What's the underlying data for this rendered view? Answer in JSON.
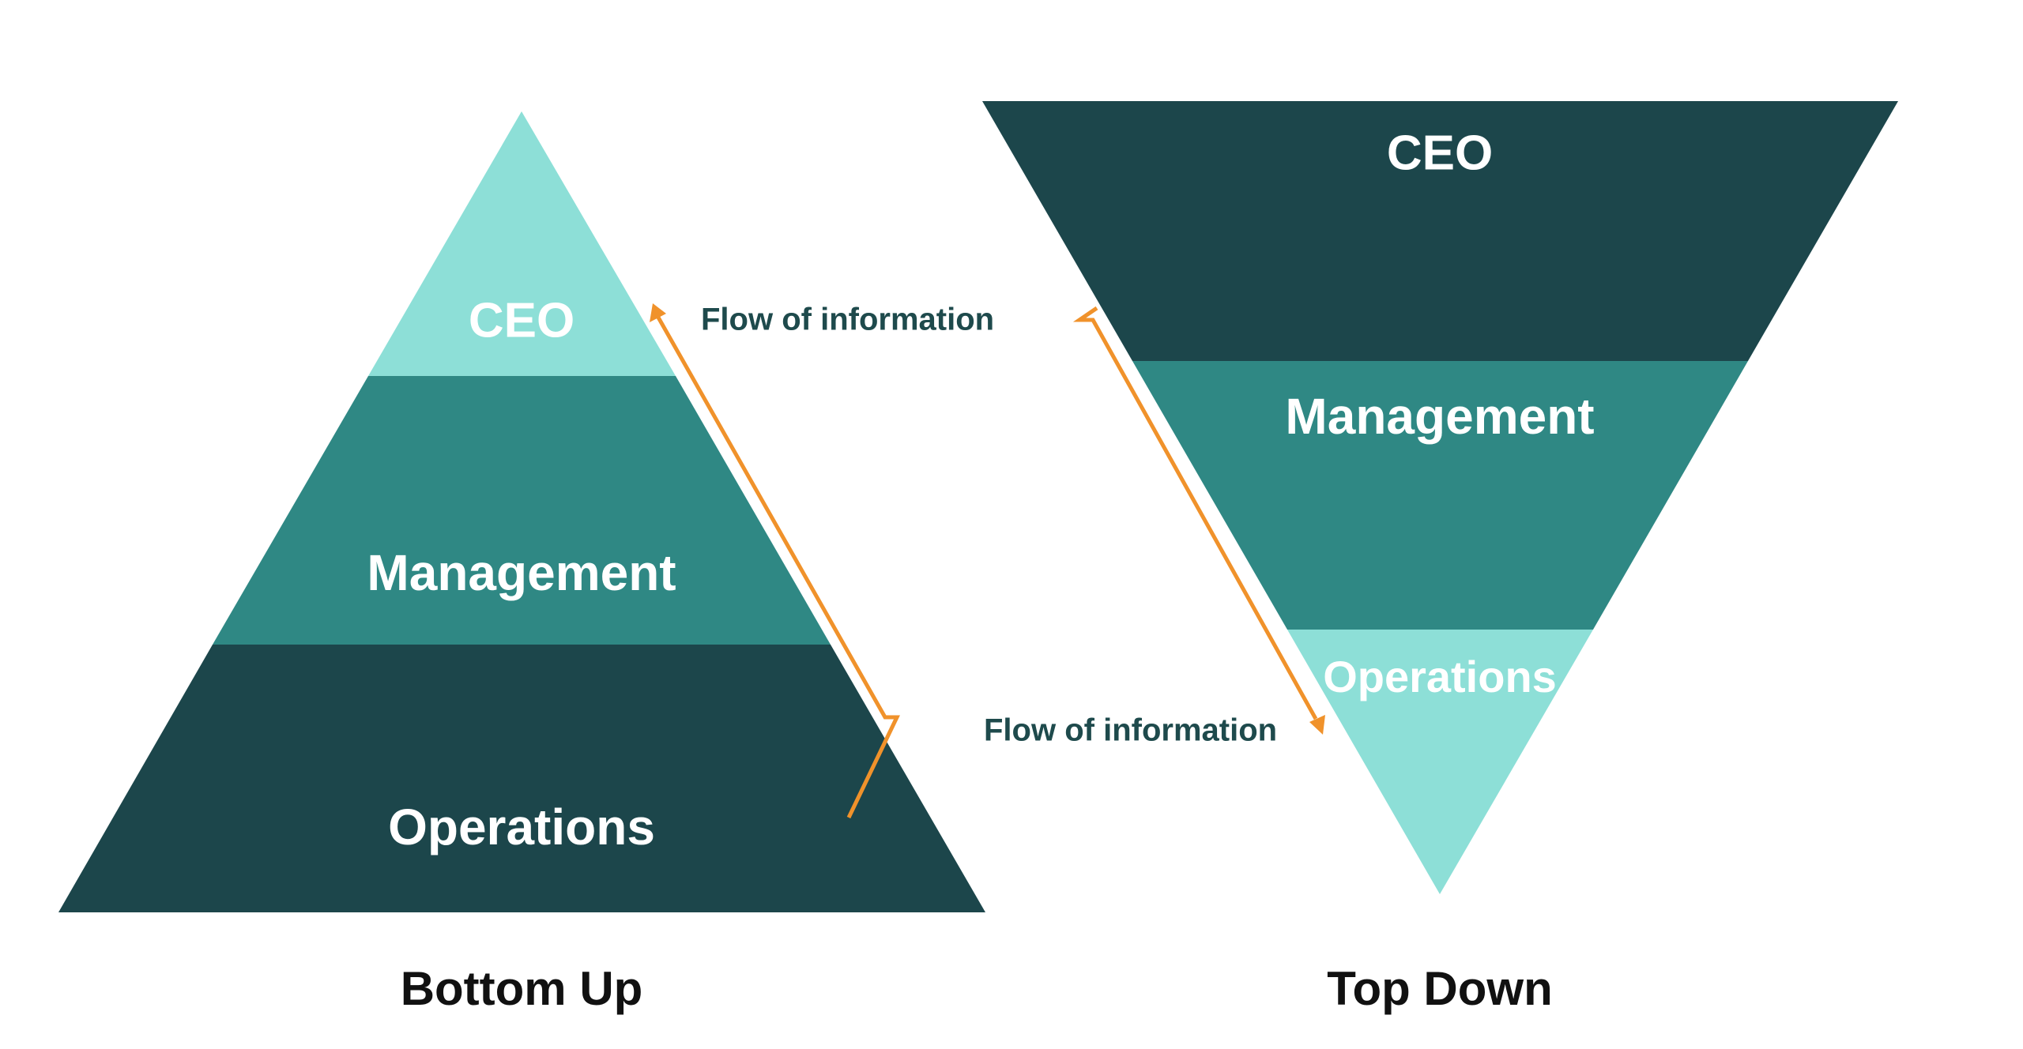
{
  "colors": {
    "dark": "#1c464b",
    "mid": "#2f8884",
    "light": "#8ddfd7",
    "arrow": "#f0922b",
    "caption_text": "#111111",
    "flow_text": "#1e4a4c"
  },
  "bottom_up": {
    "caption": "Bottom Up",
    "tiers": {
      "ceo": "CEO",
      "management": "Management",
      "operations": "Operations"
    },
    "flow_label": "Flow of information",
    "flow_direction": "upward"
  },
  "top_down": {
    "caption": "Top Down",
    "tiers": {
      "ceo": "CEO",
      "management": "Management",
      "operations": "Operations"
    },
    "flow_label": "Flow of information",
    "flow_direction": "downward"
  }
}
